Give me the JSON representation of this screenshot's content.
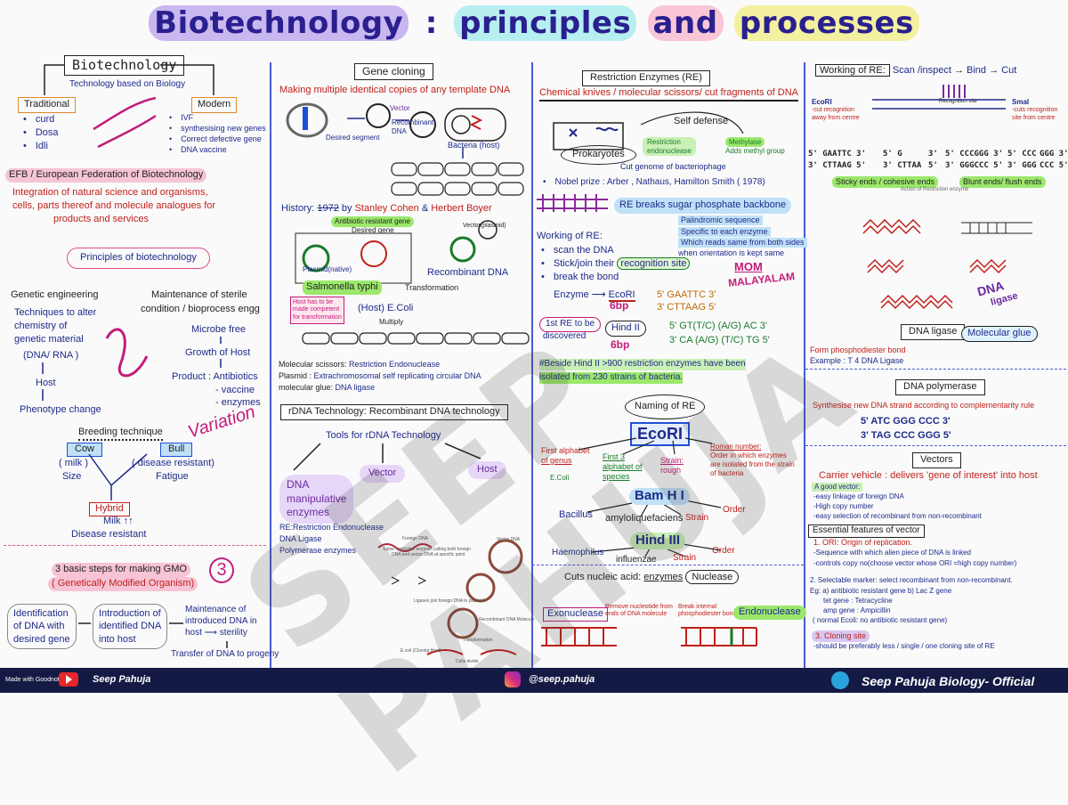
{
  "title": {
    "w1": "Biotechnology",
    "colon": ":",
    "w2": "principles",
    "w3": "and",
    "w4": "processes"
  },
  "col1": {
    "header": "Biotechnology",
    "subtitle": "Technology based on Biology",
    "traditional": "Traditional",
    "modern": "Modern",
    "trad_items": [
      "curd",
      "Dosa",
      "Idli"
    ],
    "mod_items": [
      "IVF",
      "synthesising new genes",
      "Correct defective gene",
      "DNA vaccine"
    ],
    "efb": "EFB / European Federation of Biotechnology",
    "efb_def1": "Integration of natural science and organisms,",
    "efb_def2": "cells, parts thereof and molecule analogues for",
    "efb_def3": "products and services",
    "principles": "Principles of biotechnology",
    "ge": "Genetic engineering",
    "ge1": "Techniques to alter",
    "ge2": "chemistry of",
    "ge3": "genetic material",
    "ge4": "(DNA/ RNA )",
    "host": "Host",
    "pheno": "Phenotype change",
    "ster1": "Maintenance of sterile",
    "ster2": "condition / bioprocess engg",
    "microbe": "Microbe free",
    "growth": "Growth of Host",
    "product": "Product : Antibiotics",
    "vaccine": "- vaccine",
    "enzymes": "- enzymes",
    "variation": "Variation",
    "breeding": "Breeding technique",
    "cow": "Cow",
    "bull": "Bull",
    "milk": "( milk )",
    "size": "Size",
    "disres": "( disease resistant)",
    "fatigue": "Fatigue",
    "hybrid": "Hybrid",
    "milkup": "Milk ↑↑",
    "disres2": "Disease resistant",
    "gmo1": "3 basic steps for making GMO",
    "gmo2": "( Genetically Modified Organism)",
    "step1a": "Identification",
    "step1b": "of DNA with",
    "step1c": "desired gene",
    "step2a": "Introduction of",
    "step2b": "identified DNA",
    "step2c": "into host",
    "step3a": "Maintenance of",
    "step3b": "introduced DNA in",
    "step3c": "host ⟶ sterility",
    "transfer": "Transfer of DNA to progeny"
  },
  "col2": {
    "header": "Gene cloning",
    "def": "Making multiple identical copies of any template DNA",
    "vector": "Vector",
    "desired": "Desired segment",
    "recomb": "Recombinant DNA",
    "bacteria": "Bacteria (host)",
    "history_pre": "History:",
    "history_year": "1972",
    "history_by": "by",
    "cohen": "Stanley Cohen",
    "amp": "&",
    "boyer": "Herbert Boyer",
    "abgene": "Antibiotic resistant gene",
    "desgene": "Desired gene",
    "vecplasmid": "Vector(plasmid)",
    "plasmidnat": "Plasmid(native)",
    "recombdna": "Recombinant DNA",
    "salmonella": "Salmonella typhi",
    "transformation": "Transformation",
    "hostcomp1": "Host has to be",
    "hostcomp2": "made competent",
    "hostcomp3": "for transformation",
    "hostecoli": "(Host) E.Coli",
    "multiply": "Multiply",
    "mscissors_k": "Molecular scissors:",
    "mscissors_v": "Restriction Endonuclease",
    "plasmid_k": "Plasmid :",
    "plasmid_v": "Extrachromosomal self replicating circular DNA",
    "glue_k": "molecular glue:",
    "glue_v": "DNA ligase",
    "rdna": "rDNA Technology: Recombinant DNA technology",
    "tools": "Tools for rDNA Technology",
    "vector2": "Vector",
    "host2": "Host",
    "dnamanip1": "DNA",
    "dnamanip2": "manipulative",
    "dnamanip3": "enzymes",
    "re_k": "RE:Restriction Endonuclease",
    "ligase": "DNA Ligase",
    "polymerase": "Polymerase enzymes",
    "fig1": "Foreign DNA",
    "fig2": "Same restriction enzyme cutting both foreign",
    "fig3": "DNA and vector DNA at specific point",
    "fig4": "Vector DNA",
    "fig5": "Ligases join foreign DNA to plasmid",
    "fig6": "Recombinant DNA Molecule",
    "fig7": "Transformation",
    "fig8": "E.coli (Cloning Host)",
    "fig9": "Cells divide"
  },
  "col3": {
    "header": "Restriction Enzymes (RE)",
    "def": "Chemical knives / molecular scissors/ cut fragments of DNA",
    "selfdef": "Self defense",
    "prok": "Prokaryotes",
    "restr1": "Restriction",
    "restr2": "endonuclease",
    "methylase1": "Methylase",
    "methylase2": "Adds methyl group",
    "cutgenome": "Cut genome of bacteriophage",
    "nobel": "Nobel prize : Arber , Nathaus, Hamilton Smith ( 1978)",
    "rebreaks": "RE breaks sugar phosphate backbone",
    "working": "Working of RE:",
    "w1": "scan the DNA",
    "w2": "Stick/join their",
    "w2b": "recognition site",
    "w3": "break the bond",
    "pal1": "Palindromic sequence",
    "pal2": "Specific to each enzyme",
    "pal3": "Which reads same from both sides",
    "pal4": "when orientation is kept same",
    "mom": "MOM",
    "malayalam": "MALAYALAM",
    "enzyme": "Enzyme",
    "ecori": "EcoRI",
    "seq1": "5' GAATTC 3'",
    "seq2": "3' CTTAAG 5'",
    "sixbp": "6bp",
    "first1": "1st RE to be",
    "first2": "discovered",
    "hindii": "Hind II",
    "seq3": "5' GT(T/C) (A/G) AC 3'",
    "seq4": "3' CA (A/G) (T/C) TG 5'",
    "hash": "#Beside Hind II >900 restriction enzymes have been",
    "hash2": "isolated from 230 strains of bacteria.",
    "naming": "Naming of RE",
    "ecori_big": "EcoRI",
    "firstalpha1": "First alphabet",
    "firstalpha2": "of genus",
    "ecoli": "E.Coli",
    "first3a": "First 3",
    "first3b": "alphabet of",
    "first3c": "species",
    "strain_k": "Strain:",
    "strain_v": "rough",
    "roman": "Roman number:",
    "roman2": "Order in which enzymes",
    "roman3": "are isolated from the strain",
    "roman4": "of bacteria",
    "bamhi": "Bam H I",
    "bacillus": "Bacillus",
    "amylo": "amyloliquefaciens",
    "strain2": "Strain",
    "order": "Order",
    "hindiii": "Hind III",
    "haemo": "Haemophilus",
    "influ": "influenzae",
    "strain3": "Strain",
    "order2": "Order",
    "cuts": "Cuts nucleic acid:",
    "enzymes": "enzymes",
    "nuclease": "Nuclease",
    "exo": "Exonuclease",
    "exodef1": "Remove nucleotide from",
    "exodef2": "ends of DNA molecule",
    "endodef1": "Break internal",
    "endodef2": "phosphodiester bond",
    "endo": "Endonuclease"
  },
  "col4": {
    "header": "Working of RE:",
    "scan": "Scan /inspect",
    "bind": "Bind",
    "cut": "Cut",
    "ecori": "EcoRI",
    "ecori1": "-cut recognition",
    "ecori2": "away from centre",
    "recsite": "Recognition site",
    "smai": "SmaI",
    "smai1": "-cuts recognition",
    "smai2": "site from centre",
    "s1": "5' GAATTC 3'",
    "s2": "3' CTTAAG 5'",
    "s3": "5' G",
    "s4": "3' CTTAA",
    "s5": "3'",
    "s6": "5'",
    "s7": "5' CCCGGG 3'",
    "s8": "3' GGGCCC 5'",
    "s9": "5' CCC",
    "s10": "3' GGG",
    "s11": "GGG 3'",
    "s12": "CCC 5'",
    "sticky": "Sticky ends / cohesive ends",
    "blunt": "Blunt ends/ flush ends",
    "action": "Action of Restriction enzyme",
    "ligase_h": "DNA ligase",
    "molglue": "Molecular glue",
    "ligase1": "Form phosphodiester bond",
    "ligase2": "Example : T 4 DNA Ligase",
    "poly_h": "DNA polymerase",
    "poly1": "Synthesise new DNA strand according to complementarity rule",
    "poly2": "5' ATC GGG CCC 3'",
    "poly3": "3' TAG CCC GGG 5'",
    "vectors_h": "Vectors",
    "carrier": "Carrier vehicle : delivers 'gene of interest' into host",
    "good": "A good vector:",
    "good1": "-easy linkage of foreign DNA",
    "good2": "-High copy number",
    "good3": "-easy selection of recombinant from non-recombinant",
    "essential": "Essential features of vector",
    "ori1": "1.  ORI: Origin of replication.",
    "ori2": "-Sequence with which alien piece of DNA is linked",
    "ori3": "-controls copy no(choose vector whose ORI =high copy number)",
    "sel1": "2. Selectable marker: select recombinant from non-recombinant.",
    "sel2": "Eg: a) antibiotic resistant gene      b) Lac Z gene",
    "sel3": "tet gene : Tetracycline",
    "sel4": "amp gene : Ampicillin",
    "sel5": "( normal Ecoli: no antibiotic resistant gene)",
    "clon1": "3. Cloning site",
    "clon2": "-should be preferably less / single / one cloning site of RE"
  },
  "footer": {
    "made": "Made with Goodnotes",
    "name": "Seep Pahuja",
    "insta": "@seep.pahuja",
    "tele": "Seep Pahuja Biology- Official"
  },
  "watermark": "SEEP PAHUJA",
  "colors": {
    "navy": "#1e2a8a",
    "red": "#c0201b",
    "pink": "#f7c4d5",
    "green": "#9be86b",
    "footer": "#141a44"
  }
}
